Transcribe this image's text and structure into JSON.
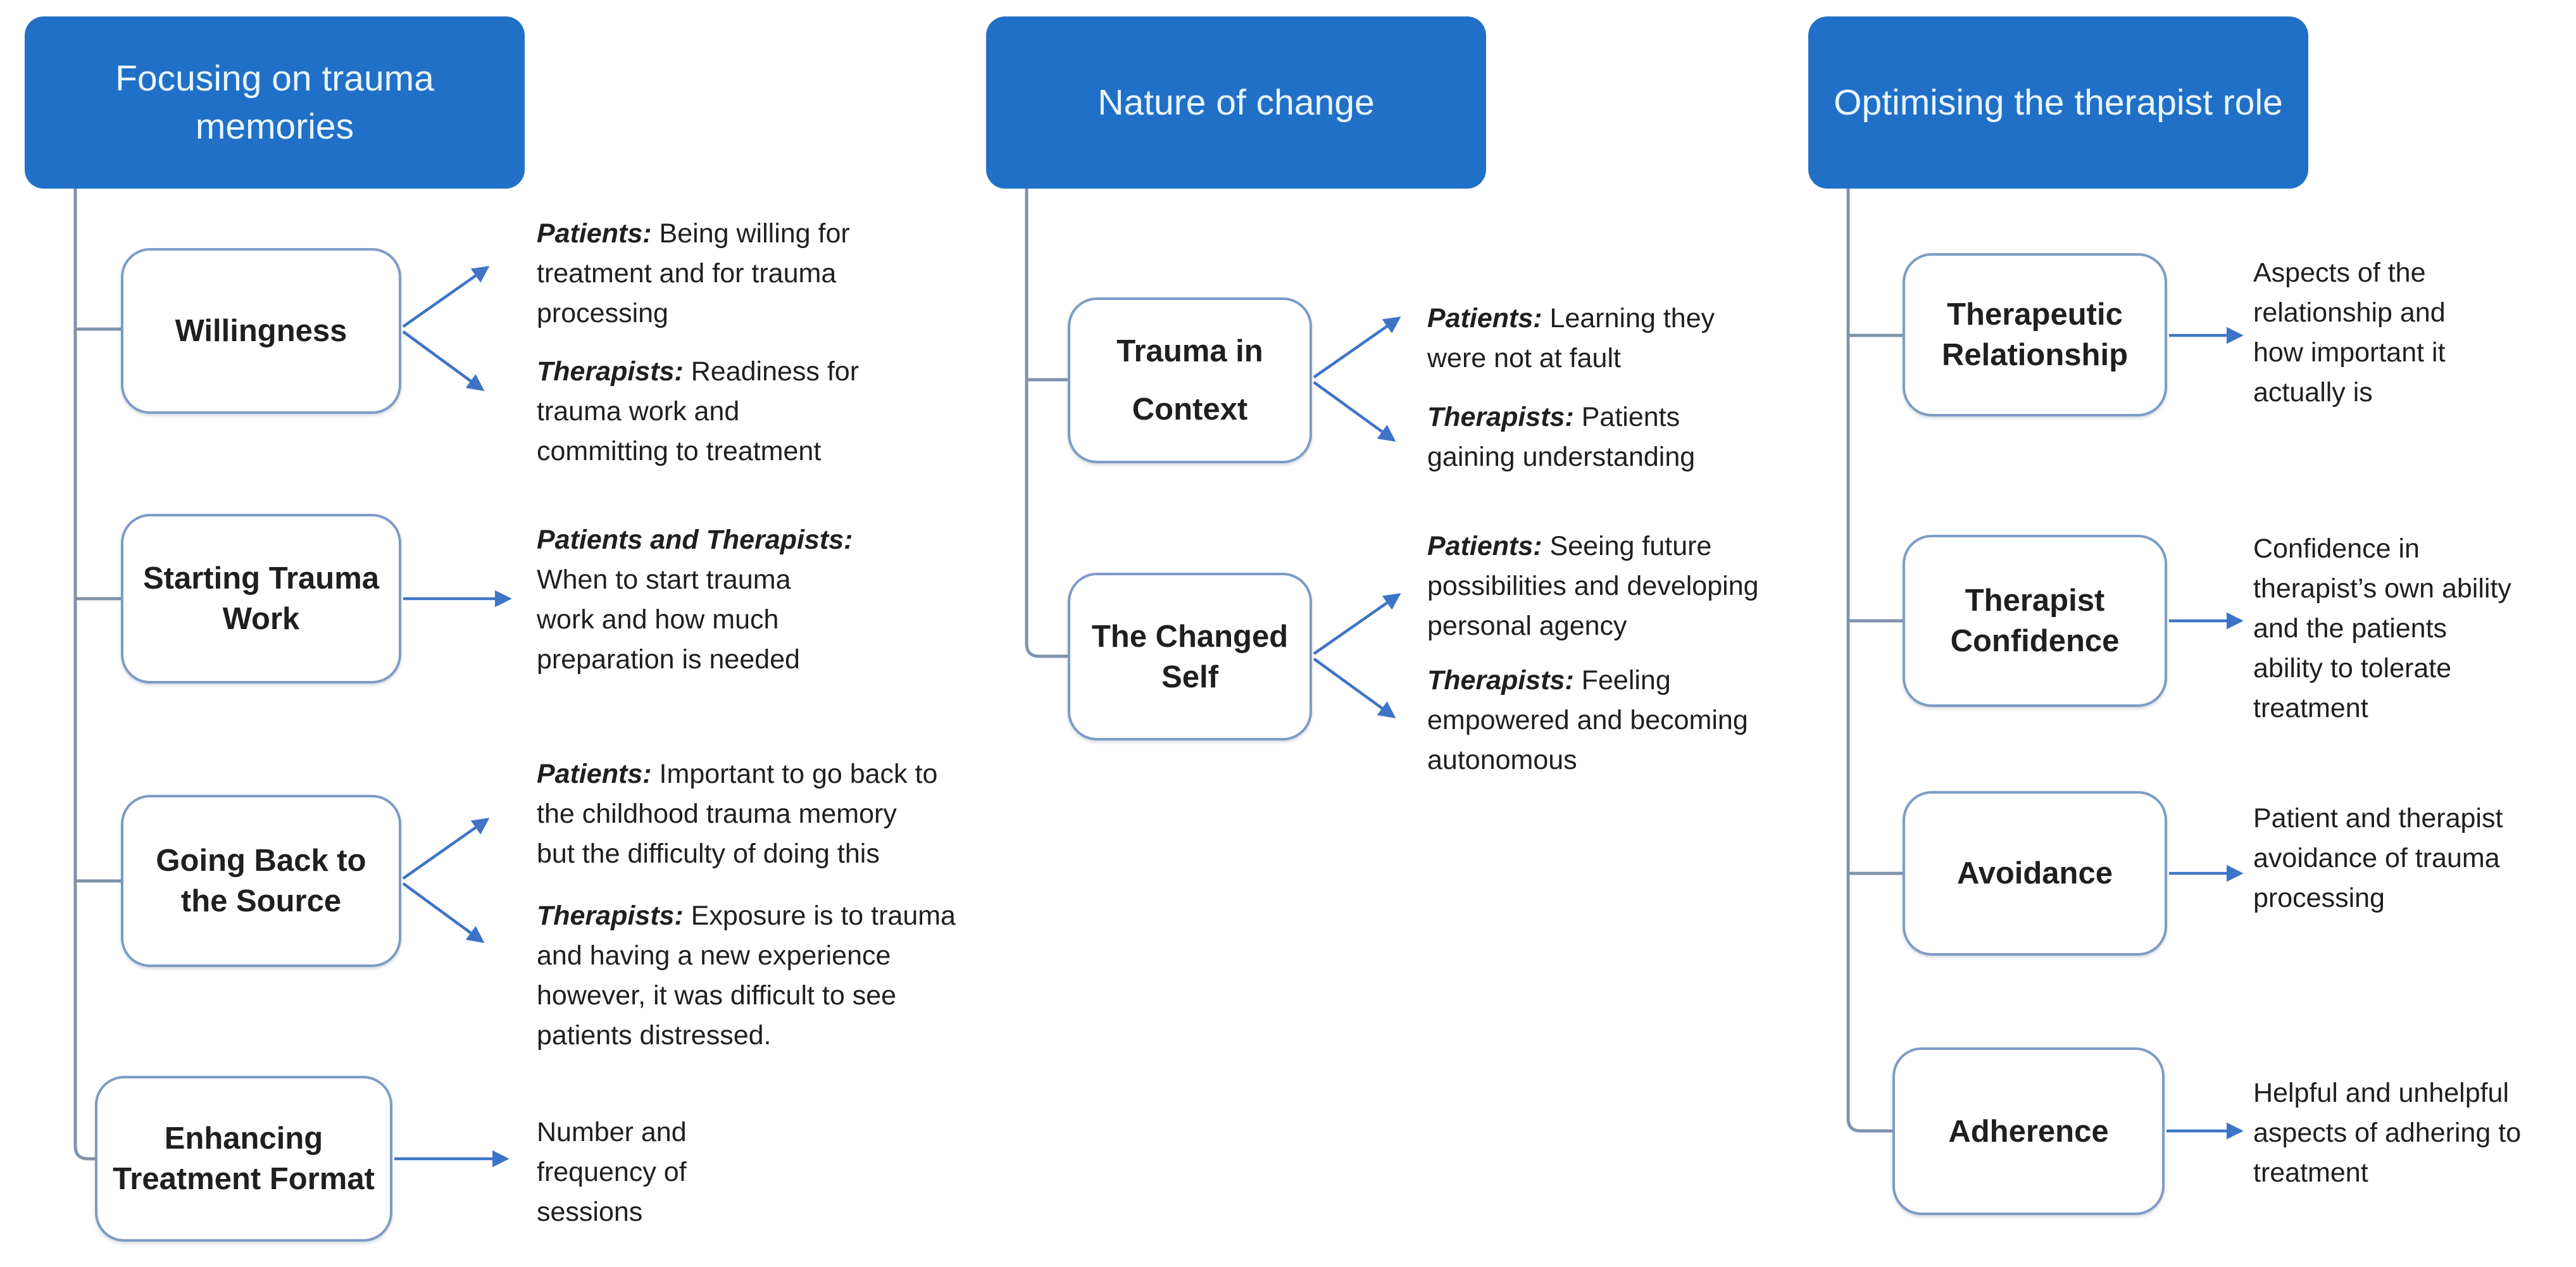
{
  "colors": {
    "header_fill": "#2170C8",
    "header_text": "#EAF6FD",
    "box_border": "#7C9CC6",
    "connector": "#8093AB",
    "arrow": "#3E74C7",
    "text": "#1F1F1F"
  },
  "left": {
    "header": "Focusing on trauma memories",
    "nodes": [
      {
        "label": "Willingness",
        "entries": [
          {
            "lead": "Patients:",
            "body": " Being willing for\ntreatment and for trauma\nprocessing"
          },
          {
            "lead": "Therapists:",
            "body": " Readiness for\ntrauma work and\ncommitting to treatment"
          }
        ]
      },
      {
        "label": "Starting Trauma Work",
        "entries": [
          {
            "lead": "Patients and Therapists:",
            "body": "\nWhen to start trauma\nwork and how much\npreparation is needed"
          }
        ]
      },
      {
        "label": "Going Back to the Source",
        "entries": [
          {
            "lead": "Patients:",
            "body": " Important to go back to\nthe childhood trauma memory\nbut the difficulty of doing this"
          },
          {
            "lead": "Therapists:",
            "body": " Exposure is to trauma\nand having a new experience\nhowever, it was difficult to see\npatients distressed."
          }
        ]
      },
      {
        "label": "Enhancing Treatment Format",
        "entries": [
          {
            "lead": "",
            "body": "Number and\nfrequency of\nsessions"
          }
        ]
      }
    ]
  },
  "middle": {
    "header": "Nature of change",
    "nodes": [
      {
        "label": "Trauma in Context",
        "entries": [
          {
            "lead": "Patients:",
            "body": " Learning they\nwere not at fault"
          },
          {
            "lead": "Therapists:",
            "body": " Patients\ngaining understanding"
          }
        ]
      },
      {
        "label": "The Changed Self",
        "entries": [
          {
            "lead": "Patients:",
            "body": " Seeing future\npossibilities and developing\npersonal agency"
          },
          {
            "lead": "Therapists:",
            "body": " Feeling\nempowered and becoming\nautonomous"
          }
        ]
      }
    ]
  },
  "right": {
    "header": "Optimising the therapist role",
    "nodes": [
      {
        "label": "Therapeutic Relationship",
        "entries": [
          {
            "lead": "",
            "body": "Aspects of the\nrelationship and\nhow important it\nactually is"
          }
        ]
      },
      {
        "label": "Therapist Confidence",
        "entries": [
          {
            "lead": "",
            "body": "Confidence in\ntherapist’s own ability\nand the patients\nability to tolerate\ntreatment"
          }
        ]
      },
      {
        "label": "Avoidance",
        "entries": [
          {
            "lead": "",
            "body": "Patient and therapist\navoidance of trauma\nprocessing"
          }
        ]
      },
      {
        "label": "Adherence",
        "entries": [
          {
            "lead": "",
            "body": "Helpful and unhelpful\naspects of adhering to\ntreatment"
          }
        ]
      }
    ]
  }
}
